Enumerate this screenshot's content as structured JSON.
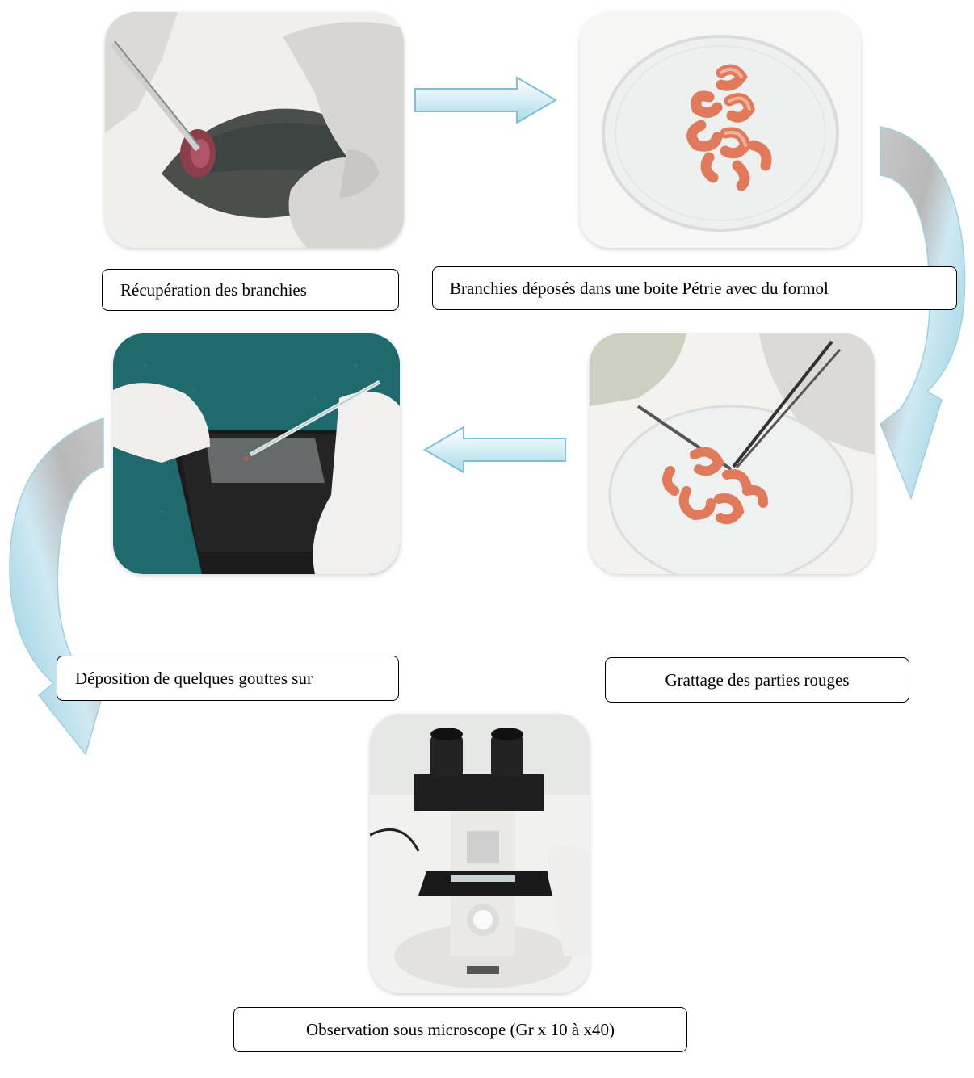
{
  "steps": [
    {
      "id": "step1",
      "caption": "Récupération des branchies",
      "photo": "fish-gill-extraction-photo"
    },
    {
      "id": "step2",
      "caption": "Branchies déposés dans une boite Pétrie avec du formol",
      "photo": "petri-dish-gills-photo"
    },
    {
      "id": "step3",
      "caption": "Grattage des parties rouges",
      "photo": "gill-scraping-photo"
    },
    {
      "id": "step4",
      "caption": "Déposition de quelques gouttes sur",
      "photo": "slide-pipette-photo"
    },
    {
      "id": "step5",
      "caption": "Observation sous microscope (Gr x 10 à x40)",
      "photo": "microscope-photo"
    }
  ],
  "colors": {
    "arrow_light": "#e6f4f9",
    "arrow_mid": "#a8d8e8",
    "arrow_dark": "#7cc4dc",
    "arrow_gray": "#bdbdbd",
    "border": "#000000"
  }
}
